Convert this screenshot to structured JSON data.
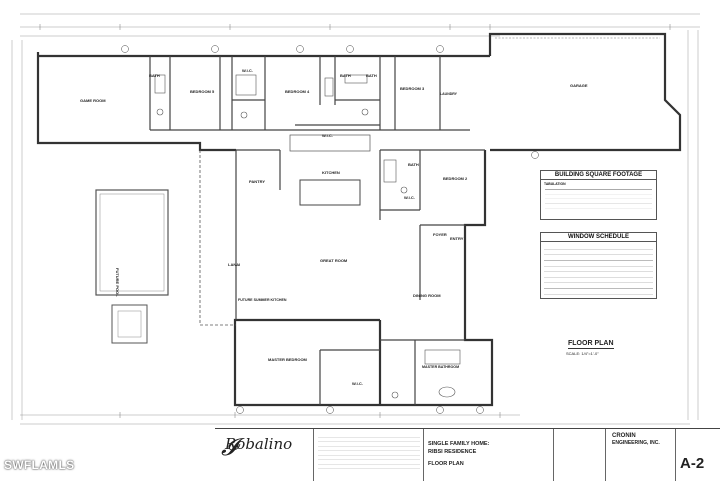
{
  "rooms": {
    "game_room": "GAME ROOM",
    "bath1": "BATH",
    "bedroom5": "BEDROOM 5",
    "wic1": "W.I.C.",
    "bedroom4": "BEDROOM 4",
    "bath2": "BATH",
    "bath3": "BATH",
    "bedroom3": "BEDROOM 3",
    "laundry": "LAUNDRY",
    "garage": "GARAGE",
    "wic2": "W.I.C.",
    "pantry": "PANTRY",
    "kitchen": "KITCHEN",
    "bath4": "BATH",
    "bedroom2": "BEDROOM 2",
    "wic3": "W.I.C.",
    "future_pool": "FUTURE POOL",
    "lanai": "LANAI",
    "great_room": "GREAT ROOM",
    "foyer": "FOYER",
    "entry": "ENTRY",
    "dining_room": "DINING ROOM",
    "future_summer_kitchen": "FUTURE SUMMER KITCHEN",
    "master_bedroom": "MASTER BEDROOM",
    "master_bathroom": "MASTER BATHROOM",
    "wic_master": "W.I.C."
  },
  "square_footage": {
    "title": "BUILDING SQUARE FOOTAGE",
    "subtitle": "TABULATION"
  },
  "window_schedule": {
    "title": "WINDOW SCHEDULE"
  },
  "floor_plan_label": {
    "title": "FLOOR PLAN",
    "scale": "SCALE: 1/4\"=1'-0\""
  },
  "title_block": {
    "logo_script": "Robalino",
    "project_line1": "SINGLE FAMILY HOME:",
    "project_line2": "RIBSI RESIDENCE",
    "sheet_title": "FLOOR PLAN",
    "firm_line1": "CRONIN",
    "firm_line2": "ENGINEERING, INC.",
    "sheet_number": "A-2"
  },
  "watermark": "SWFLAMLS"
}
